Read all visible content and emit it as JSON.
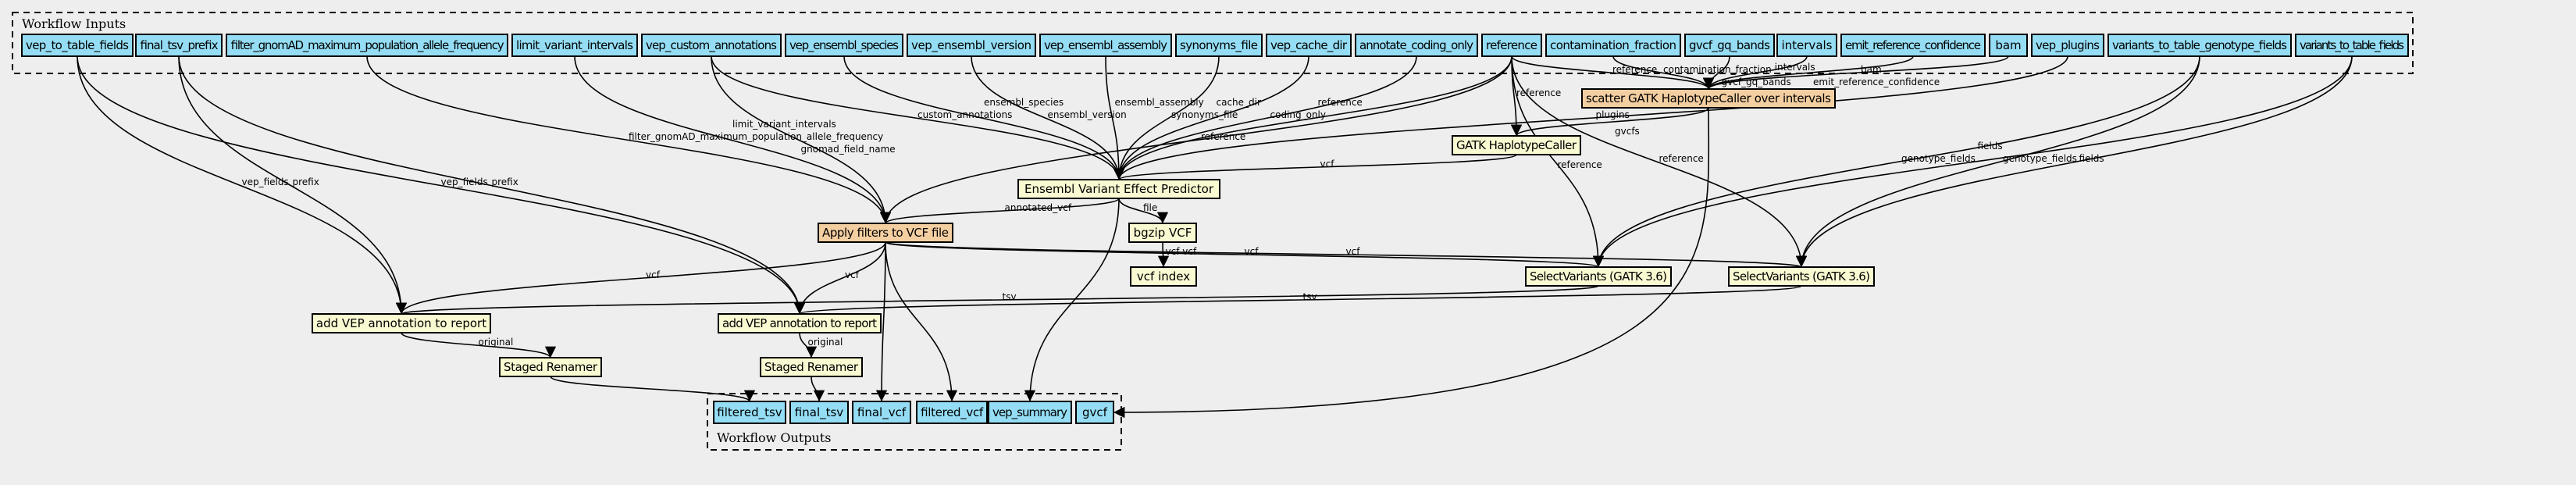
{
  "colors": {
    "input": "#94ddf4",
    "step": "#fafad2",
    "subworkflow": "#f3cea1",
    "background": "#eeeeee"
  },
  "clusters": {
    "inputs_label": "Workflow Inputs",
    "outputs_label": "Workflow Outputs"
  },
  "inputs": [
    {
      "id": "vep_to_table_fields",
      "label": "vep_to_table_fields"
    },
    {
      "id": "final_tsv_prefix",
      "label": "final_tsv_prefix"
    },
    {
      "id": "filter_gnomAD",
      "label": "filter_gnomAD_maximum_population_allele_frequency"
    },
    {
      "id": "limit_variant_intervals",
      "label": "limit_variant_intervals"
    },
    {
      "id": "vep_custom_annotations",
      "label": "vep_custom_annotations"
    },
    {
      "id": "vep_ensembl_species",
      "label": "vep_ensembl_species"
    },
    {
      "id": "vep_ensembl_version",
      "label": "vep_ensembl_version"
    },
    {
      "id": "vep_ensembl_assembly",
      "label": "vep_ensembl_assembly"
    },
    {
      "id": "synonyms_file",
      "label": "synonyms_file"
    },
    {
      "id": "vep_cache_dir",
      "label": "vep_cache_dir"
    },
    {
      "id": "annotate_coding_only",
      "label": "annotate_coding_only"
    },
    {
      "id": "reference",
      "label": "reference"
    },
    {
      "id": "contamination_fraction",
      "label": "contamination_fraction"
    },
    {
      "id": "gvcf_gq_bands",
      "label": "gvcf_gq_bands"
    },
    {
      "id": "intervals",
      "label": "intervals"
    },
    {
      "id": "emit_reference_confidence",
      "label": "emit_reference_confidence"
    },
    {
      "id": "bam",
      "label": "bam"
    },
    {
      "id": "vep_plugins",
      "label": "vep_plugins"
    },
    {
      "id": "vt_genotype_fields",
      "label": "variants_to_table_genotype_fields"
    },
    {
      "id": "vt_fields",
      "label": "variants_to_table_fields"
    }
  ],
  "steps": [
    {
      "id": "scatter_hc",
      "label": "scatter GATK HaplotypeCaller over intervals",
      "kind": "subworkflow"
    },
    {
      "id": "hc",
      "label": "GATK HaplotypeCaller",
      "kind": "step"
    },
    {
      "id": "vep",
      "label": "Ensembl Variant Effect Predictor",
      "kind": "step"
    },
    {
      "id": "filter",
      "label": "Apply filters to VCF file",
      "kind": "subworkflow"
    },
    {
      "id": "bgzip",
      "label": "bgzip VCF",
      "kind": "step"
    },
    {
      "id": "index",
      "label": "vcf index",
      "kind": "step"
    },
    {
      "id": "sv1",
      "label": "SelectVariants (GATK 3.6)",
      "kind": "step"
    },
    {
      "id": "sv2",
      "label": "SelectVariants (GATK 3.6)",
      "kind": "step"
    },
    {
      "id": "addvep1",
      "label": "add VEP annotation to report",
      "kind": "step"
    },
    {
      "id": "addvep2",
      "label": "add VEP annotation to report",
      "kind": "step"
    },
    {
      "id": "rename1",
      "label": "Staged Renamer",
      "kind": "step"
    },
    {
      "id": "rename2",
      "label": "Staged Renamer",
      "kind": "step"
    }
  ],
  "outputs": [
    {
      "id": "filtered_tsv",
      "label": "filtered_tsv"
    },
    {
      "id": "final_tsv",
      "label": "final_tsv"
    },
    {
      "id": "final_vcf",
      "label": "final_vcf"
    },
    {
      "id": "filtered_vcf",
      "label": "filtered_vcf"
    },
    {
      "id": "vep_summary",
      "label": "vep_summary"
    },
    {
      "id": "gvcf",
      "label": "gvcf"
    }
  ],
  "edges": [
    {
      "from": "vep_to_table_fields",
      "to": "addvep1",
      "label": "vep_fields"
    },
    {
      "from": "vep_to_table_fields",
      "to": "addvep2",
      "label": "vep_fields"
    },
    {
      "from": "final_tsv_prefix",
      "to": "addvep1",
      "label": "prefix"
    },
    {
      "from": "final_tsv_prefix",
      "to": "addvep2",
      "label": "prefix"
    },
    {
      "from": "filter_gnomAD",
      "to": "filter",
      "label": "filter_gnomAD_maximum_population_allele_frequency"
    },
    {
      "from": "limit_variant_intervals",
      "to": "filter",
      "label": "limit_variant_intervals"
    },
    {
      "from": "vep_custom_annotations",
      "to": "filter",
      "label": "gnomad_field_name"
    },
    {
      "from": "vep_custom_annotations",
      "to": "vep",
      "label": "custom_annotations"
    },
    {
      "from": "vep_ensembl_species",
      "to": "vep",
      "label": "ensembl_species"
    },
    {
      "from": "vep_ensembl_version",
      "to": "vep",
      "label": "ensembl_version"
    },
    {
      "from": "vep_ensembl_assembly",
      "to": "vep",
      "label": "ensembl_assembly"
    },
    {
      "from": "synonyms_file",
      "to": "vep",
      "label": "synonyms_file"
    },
    {
      "from": "vep_cache_dir",
      "to": "vep",
      "label": "cache_dir"
    },
    {
      "from": "annotate_coding_only",
      "to": "vep",
      "label": "coding_only"
    },
    {
      "from": "reference",
      "to": "vep",
      "label": "reference"
    },
    {
      "from": "reference",
      "to": "filter",
      "label": "reference"
    },
    {
      "from": "reference",
      "to": "hc",
      "label": "reference"
    },
    {
      "from": "reference",
      "to": "scatter_hc",
      "label": "reference"
    },
    {
      "from": "reference",
      "to": "sv1",
      "label": "reference"
    },
    {
      "from": "reference",
      "to": "sv2",
      "label": "reference"
    },
    {
      "from": "contamination_fraction",
      "to": "scatter_hc",
      "label": "contamination_fraction"
    },
    {
      "from": "gvcf_gq_bands",
      "to": "scatter_hc",
      "label": "gvcf_gq_bands"
    },
    {
      "from": "intervals",
      "to": "scatter_hc",
      "label": "intervals"
    },
    {
      "from": "emit_reference_confidence",
      "to": "scatter_hc",
      "label": "emit_reference_confidence"
    },
    {
      "from": "bam",
      "to": "scatter_hc",
      "label": "bam"
    },
    {
      "from": "vep_plugins",
      "to": "vep",
      "label": "plugins"
    },
    {
      "from": "vt_genotype_fields",
      "to": "sv1",
      "label": "genotype_fields"
    },
    {
      "from": "vt_genotype_fields",
      "to": "sv2",
      "label": "genotype_fields"
    },
    {
      "from": "vt_fields",
      "to": "sv1",
      "label": "fields"
    },
    {
      "from": "vt_fields",
      "to": "sv2",
      "label": "fields"
    },
    {
      "from": "scatter_hc",
      "to": "hc",
      "label": "gvcfs"
    },
    {
      "from": "scatter_hc",
      "to": "gvcf",
      "label": ""
    },
    {
      "from": "hc",
      "to": "vep",
      "label": "vcf"
    },
    {
      "from": "vep",
      "to": "filter",
      "label": "annotated_vcf"
    },
    {
      "from": "vep",
      "to": "bgzip",
      "label": "file"
    },
    {
      "from": "vep",
      "to": "vep_summary",
      "label": ""
    },
    {
      "from": "bgzip",
      "to": "index",
      "label": "vcf vcf"
    },
    {
      "from": "filter",
      "to": "sv1",
      "label": "vcf"
    },
    {
      "from": "filter",
      "to": "sv2",
      "label": "vcf"
    },
    {
      "from": "filter",
      "to": "addvep1",
      "label": "vcf"
    },
    {
      "from": "filter",
      "to": "addvep2",
      "label": "vcf"
    },
    {
      "from": "filter",
      "to": "final_vcf",
      "label": ""
    },
    {
      "from": "filter",
      "to": "filtered_vcf",
      "label": ""
    },
    {
      "from": "sv1",
      "to": "addvep1",
      "label": "tsv"
    },
    {
      "from": "sv2",
      "to": "addvep2",
      "label": "tsv"
    },
    {
      "from": "addvep1",
      "to": "rename1",
      "label": "original"
    },
    {
      "from": "rename1",
      "to": "filtered_tsv",
      "label": ""
    },
    {
      "from": "addvep2",
      "to": "rename2",
      "label": "original"
    },
    {
      "from": "rename2",
      "to": "final_tsv",
      "label": ""
    }
  ]
}
